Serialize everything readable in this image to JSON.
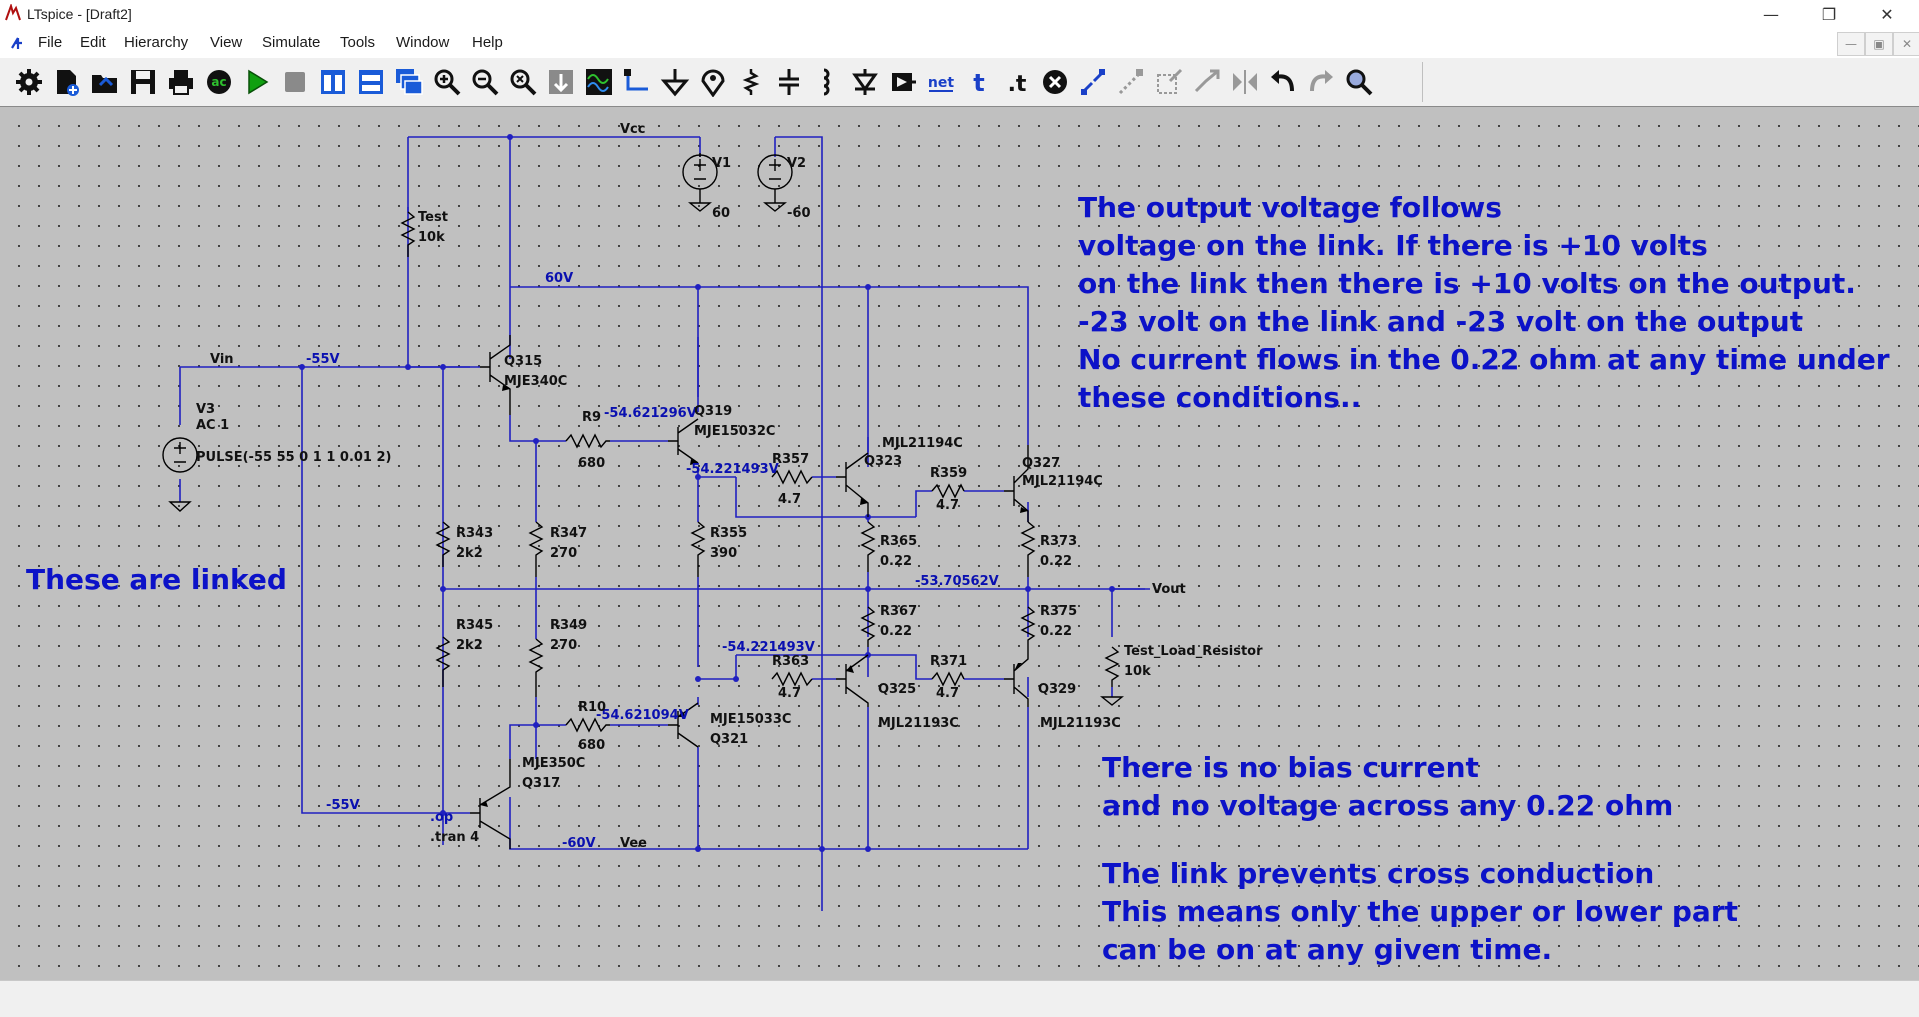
{
  "window": {
    "title": "LTspice - [Draft2]"
  },
  "menu": {
    "items": [
      {
        "name": "menu-file",
        "label": "File"
      },
      {
        "name": "menu-edit",
        "label": "Edit"
      },
      {
        "name": "menu-hierarchy",
        "label": "Hierarchy"
      },
      {
        "name": "menu-view",
        "label": "View"
      },
      {
        "name": "menu-simulate",
        "label": "Simulate"
      },
      {
        "name": "menu-tools",
        "label": "Tools"
      },
      {
        "name": "menu-window",
        "label": "Window"
      },
      {
        "name": "menu-help",
        "label": "Help"
      }
    ]
  },
  "toolbar": {
    "net_label": "net",
    "comment_label": "t",
    "directive_label": ".t",
    "ac_label": "ac"
  },
  "colors": {
    "wire": "#2020c0",
    "net_text": "#0a10b0",
    "canvas": "#c0c0c0",
    "component": "#000000",
    "run": "#10a010"
  },
  "schematic": {
    "net_labels": {
      "vcc": "Vcc",
      "vee": "Vee",
      "vin": "Vin",
      "vout": "Vout"
    },
    "voltages": {
      "rail_pos": "60V",
      "rail_neg": "-60V",
      "in_top": "-55V",
      "in_bot": "-55V",
      "r9_node": "-54.621296V",
      "r10_node": "-54.621094V",
      "q319_emitter": "-54.221493V",
      "q321_emitter": "-54.221493V",
      "out_node": "-53.70562V"
    },
    "components": {
      "v1": {
        "name": "V1",
        "value": "60"
      },
      "v2": {
        "name": "V2",
        "value": "-60"
      },
      "v3": {
        "name": "V3",
        "ac": "AC 1",
        "pulse": "PULSE(-55 55 0 1 1 0.01 2)"
      },
      "test": {
        "name": "Test",
        "value": "10k"
      },
      "q315": {
        "name": "Q315",
        "model": "MJE340C"
      },
      "q317": {
        "name": "Q317",
        "model": "MJE350C"
      },
      "q319": {
        "name": "Q319",
        "model": "MJE15032C"
      },
      "q321": {
        "name": "Q321",
        "model": "MJE15033C"
      },
      "q323": {
        "name": "Q323",
        "model": "MJL21194C"
      },
      "q325": {
        "name": "Q325",
        "model": "MJL21193C"
      },
      "q327": {
        "name": "Q327",
        "model": "MJL21194C"
      },
      "q329": {
        "name": "Q329",
        "model": "MJL21193C"
      },
      "r9": {
        "name": "R9",
        "value": "680"
      },
      "r10": {
        "name": "R10",
        "value": "680"
      },
      "r343": {
        "name": "R343",
        "value": "2k2"
      },
      "r345": {
        "name": "R345",
        "value": "2k2"
      },
      "r347": {
        "name": "R347",
        "value": "270"
      },
      "r349": {
        "name": "R349",
        "value": "270"
      },
      "r355": {
        "name": "R355",
        "value": "390"
      },
      "r357": {
        "name": "R357",
        "value": "4.7"
      },
      "r359": {
        "name": "R359",
        "value": "4.7"
      },
      "r363": {
        "name": "R363",
        "value": "4.7"
      },
      "r371": {
        "name": "R371",
        "value": "4.7"
      },
      "r365": {
        "name": "R365",
        "value": "0.22"
      },
      "r367": {
        "name": "R367",
        "value": "0.22"
      },
      "r373": {
        "name": "R373",
        "value": "0.22"
      },
      "r375": {
        "name": "R375",
        "value": "0.22"
      },
      "load": {
        "name": "Test_Load_Resistor",
        "value": "10k"
      }
    },
    "directives": {
      "op": ".op",
      "tran": ".tran 4"
    },
    "notes": {
      "linked": "These are linked",
      "output_lines": [
        "The output voltage follows",
        "voltage on the link. If there is +10 volts",
        "on the link then there is +10 volts on the output.",
        "-23 volt on the link and -23 volt on the output",
        "No current flows in the 0.22 ohm at any time under",
        "these conditions.."
      ],
      "bias_lines": [
        "There is no bias current",
        "and no voltage across any 0.22 ohm"
      ],
      "link_lines": [
        "The link prevents cross conduction",
        "This means only the upper or lower part",
        "can be on at any given time."
      ]
    }
  }
}
